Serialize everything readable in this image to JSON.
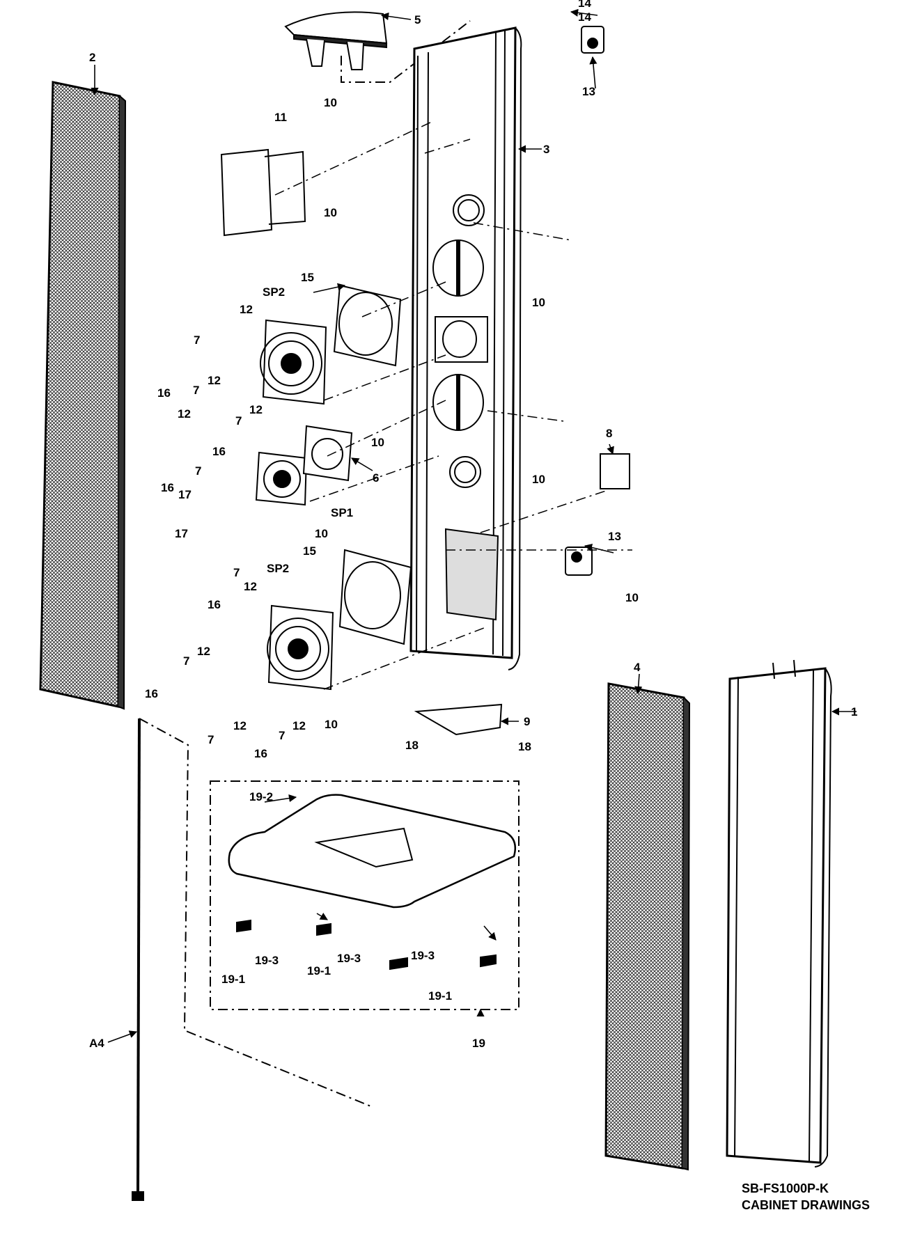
{
  "footer": {
    "model": "SB-FS1000P-K",
    "caption": "CABINET DRAWINGS"
  },
  "callouts": {
    "c1": "1",
    "c2": "2",
    "c3": "3",
    "c4": "4",
    "c5": "5",
    "c6": "6",
    "c7a": "7",
    "c7b": "7",
    "c7c": "7",
    "c7d": "7",
    "c7e": "7",
    "c7f": "7",
    "c7g": "7",
    "c7h": "7",
    "c8": "8",
    "c9": "9",
    "c10a": "10",
    "c10b": "10",
    "c10c": "10",
    "c10d": "10",
    "c10e": "10",
    "c10f": "10",
    "c10g": "10",
    "c10h": "10",
    "c11": "11",
    "c12a": "12",
    "c12b": "12",
    "c12c": "12",
    "c12d": "12",
    "c12e": "12",
    "c12f": "12",
    "c12g": "12",
    "c12h": "12",
    "c13a": "13",
    "c13b": "13",
    "c14a": "14",
    "c14b": "14",
    "c15a": "15",
    "c15b": "15",
    "c16a": "16",
    "c16b": "16",
    "c16c": "16",
    "c16d": "16",
    "c16e": "16",
    "c16f": "16",
    "c17a": "17",
    "c17b": "17",
    "c18a": "18",
    "c18b": "18",
    "c19": "19",
    "c191a": "19-1",
    "c191b": "19-1",
    "c191c": "19-1",
    "c192": "19-2",
    "c193a": "19-3",
    "c193b": "19-3",
    "c193c": "19-3",
    "csp1": "SP1",
    "csp2a": "SP2",
    "csp2b": "SP2",
    "ca4": "A4"
  }
}
